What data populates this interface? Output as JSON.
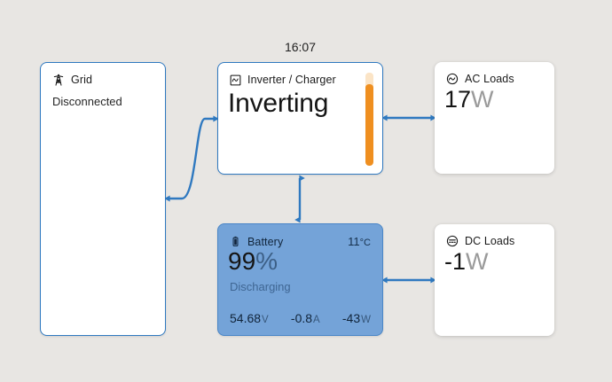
{
  "clock": {
    "time": "16:07"
  },
  "colors": {
    "background": "#e8e6e3",
    "link": "#2f79c0",
    "card_border": "#2f79c0",
    "battery_fill": "#74a3d8",
    "gauge": "#ef8f20",
    "gauge_track": "#fbe4c6"
  },
  "cards": {
    "grid": {
      "title": "Grid",
      "icon": "transmission-tower-icon",
      "status": "Disconnected"
    },
    "inverter": {
      "title": "Inverter / Charger",
      "icon": "inverter-icon",
      "state": "Inverting",
      "gauge_percent": 88
    },
    "battery": {
      "title": "Battery",
      "icon": "battery-icon",
      "temperature": "11",
      "temperature_unit": "°C",
      "soc": "99",
      "soc_unit": "%",
      "state": "Discharging",
      "voltage": "54.68",
      "voltage_unit": "V",
      "current": "-0.8",
      "current_unit": "A",
      "power": "-43",
      "power_unit": "W"
    },
    "ac_loads": {
      "title": "AC Loads",
      "icon": "ac-circle-icon",
      "value": "17",
      "unit": "W"
    },
    "dc_loads": {
      "title": "DC Loads",
      "icon": "dc-circle-icon",
      "value": "-1",
      "unit": "W"
    }
  }
}
